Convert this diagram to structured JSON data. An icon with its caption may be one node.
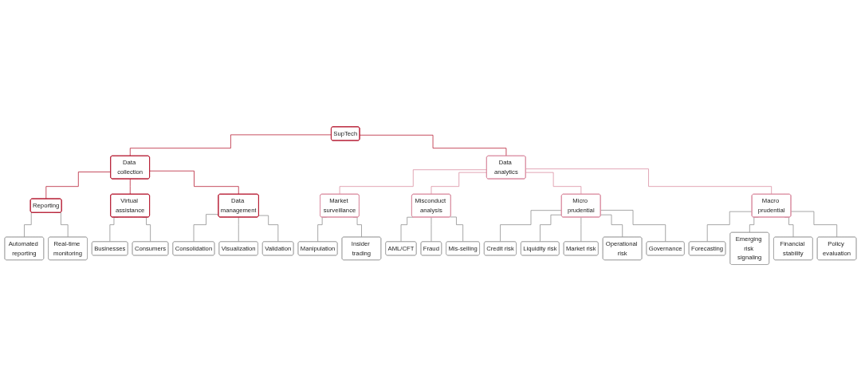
{
  "diagram": {
    "nodes": [
      {
        "text": [
          "SupTech"
        ]
      },
      {
        "text": [
          "Data collection"
        ]
      },
      {
        "text": [
          "Data analytics"
        ]
      },
      {
        "text": [
          "Reporting"
        ]
      },
      {
        "text": [
          "Virtual assistance"
        ]
      },
      {
        "text": [
          "Data management"
        ]
      },
      {
        "text": [
          "Market surveillance"
        ]
      },
      {
        "text": [
          "Misconduct analysis"
        ]
      },
      {
        "text": [
          "Micro prudential"
        ]
      },
      {
        "text": [
          "Macro prudential"
        ]
      },
      {
        "text": [
          "Automated reporting"
        ]
      },
      {
        "text": [
          "Real-time monitoring"
        ]
      },
      {
        "text": [
          "Businesses"
        ]
      },
      {
        "text": [
          "Consumers"
        ]
      },
      {
        "text": [
          "Consolidation"
        ]
      },
      {
        "text": [
          "Visualization"
        ]
      },
      {
        "text": [
          "Validation"
        ]
      },
      {
        "text": [
          "Manipulation"
        ]
      },
      {
        "text": [
          "Insider trading"
        ]
      },
      {
        "text": [
          "AML/CFT"
        ]
      },
      {
        "text": [
          "Fraud"
        ]
      },
      {
        "text": [
          "Mis-selling"
        ]
      },
      {
        "text": [
          "Credit risk"
        ]
      },
      {
        "text": [
          "Liquidity risk"
        ]
      },
      {
        "text": [
          "Market risk"
        ]
      },
      {
        "text": [
          "Operational risk"
        ]
      },
      {
        "text": [
          "Governance"
        ]
      },
      {
        "text": [
          "Forecasting"
        ]
      },
      {
        "text": [
          "Emerging risk signaling"
        ]
      },
      {
        "text": [
          "Financial stability"
        ]
      },
      {
        "text": [
          "Policy evaluation"
        ]
      }
    ],
    "edges": [
      {
        "from": 0,
        "to": 1,
        "arrow": "none",
        "color": "#b5172f"
      },
      {
        "from": 0,
        "to": 2,
        "arrow": "none",
        "color": "#b5172f"
      },
      {
        "from": 1,
        "to": 3,
        "arrow": "none",
        "color": "#b5172f"
      },
      {
        "from": 1,
        "to": 4,
        "arrow": "none",
        "color": "#b5172f"
      },
      {
        "from": 1,
        "to": 5,
        "arrow": "none",
        "color": "#b5172f"
      },
      {
        "from": 2,
        "to": 6,
        "arrow": "none",
        "color": "#d98ca0"
      },
      {
        "from": 2,
        "to": 7,
        "arrow": "none",
        "color": "#d98ca0"
      },
      {
        "from": 2,
        "to": 8,
        "arrow": "none",
        "color": "#d98ca0"
      },
      {
        "from": 2,
        "to": 9,
        "arrow": "none",
        "color": "#d98ca0"
      },
      {
        "from": 3,
        "to": 10,
        "arrow": "none"
      },
      {
        "from": 3,
        "to": 11,
        "arrow": "none"
      },
      {
        "from": 4,
        "to": 12,
        "arrow": "none"
      },
      {
        "from": 4,
        "to": 13,
        "arrow": "none"
      },
      {
        "from": 5,
        "to": 14,
        "arrow": "none"
      },
      {
        "from": 5,
        "to": 15,
        "arrow": "none"
      },
      {
        "from": 5,
        "to": 16,
        "arrow": "none"
      },
      {
        "from": 6,
        "to": 17,
        "arrow": "none"
      },
      {
        "from": 6,
        "to": 18,
        "arrow": "none"
      },
      {
        "from": 7,
        "to": 19,
        "arrow": "none"
      },
      {
        "from": 7,
        "to": 20,
        "arrow": "none"
      },
      {
        "from": 7,
        "to": 21,
        "arrow": "none"
      },
      {
        "from": 8,
        "to": 22,
        "arrow": "none"
      },
      {
        "from": 8,
        "to": 23,
        "arrow": "none"
      },
      {
        "from": 8,
        "to": 24,
        "arrow": "none"
      },
      {
        "from": 8,
        "to": 25,
        "arrow": "none"
      },
      {
        "from": 8,
        "to": 26,
        "arrow": "none"
      },
      {
        "from": 9,
        "to": 27,
        "arrow": "none"
      },
      {
        "from": 9,
        "to": 28,
        "arrow": "none"
      },
      {
        "from": 9,
        "to": 29,
        "arrow": "none"
      },
      {
        "from": 9,
        "to": 30,
        "arrow": "none"
      }
    ]
  }
}
